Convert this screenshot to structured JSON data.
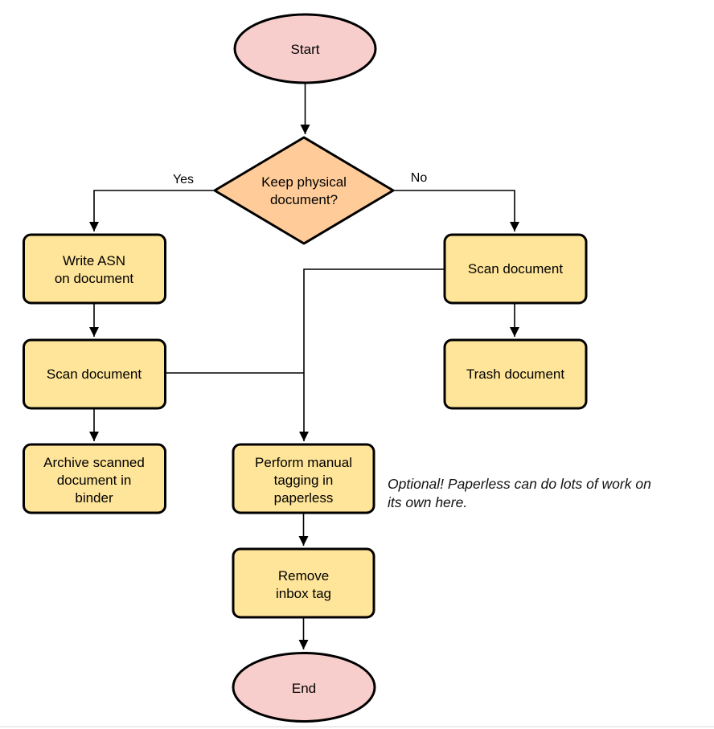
{
  "colors": {
    "terminal_fill": "#f8cecc",
    "decision_fill": "#ffcc99",
    "process_fill": "#ffe599",
    "shape_stroke": "#000000",
    "edge_stroke": "#000000",
    "divider": "#e6e6e6"
  },
  "nodes": {
    "start": {
      "label": "Start"
    },
    "decision": {
      "lines": [
        "Keep physical",
        "document?"
      ]
    },
    "write_asn": {
      "lines": [
        "Write ASN",
        "on document"
      ]
    },
    "scan_left": {
      "label": "Scan document"
    },
    "archive": {
      "lines": [
        "Archive scanned",
        "document in",
        "binder"
      ]
    },
    "scan_right": {
      "label": "Scan document"
    },
    "trash": {
      "label": "Trash document"
    },
    "tagging": {
      "lines": [
        "Perform manual",
        "tagging in",
        "paperless"
      ]
    },
    "remove_inbox": {
      "lines": [
        "Remove",
        "inbox tag"
      ]
    },
    "end": {
      "label": "End"
    }
  },
  "edge_labels": {
    "yes": "Yes",
    "no": "No"
  },
  "annotation": {
    "lines": [
      "Optional! Paperless can do lots of work on",
      "its own here."
    ]
  }
}
